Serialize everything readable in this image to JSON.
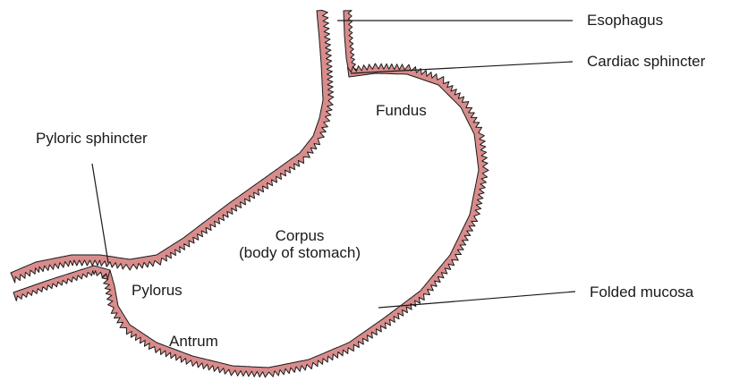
{
  "labels": {
    "esophagus": "Esophagus",
    "cardiac_sphincter": "Cardiac sphincter",
    "fundus": "Fundus",
    "pyloric_sphincter": "Pyloric sphincter",
    "corpus_line1": "Corpus",
    "corpus_line2": "(body of stomach)",
    "pylorus": "Pylorus",
    "folded_mucosa": "Folded mucosa",
    "antrum": "Antrum"
  },
  "colors": {
    "wall_fill": "#d98c8c",
    "wall_stroke": "#1a1a1a",
    "leader_line": "#1a1a1a",
    "text": "#1a1a1a",
    "background": "#ffffff"
  }
}
